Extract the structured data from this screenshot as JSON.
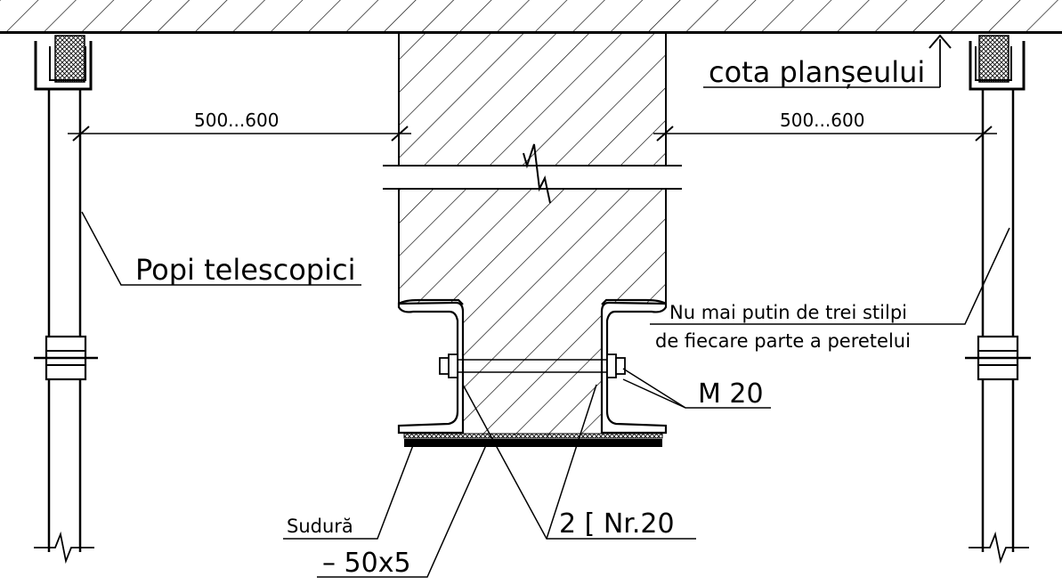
{
  "labels": {
    "floor_level": "cota planșeului",
    "telescopic_props": "Popi telescopici",
    "min_props": "Nu mai putin de trei stilpi",
    "min_props_line2": "de fiecare parte a peretelui",
    "bolt": "M 20",
    "weld": "Sudură",
    "plate": "– 50x5",
    "channels": "2 [ Nr.20"
  },
  "dimensions": {
    "left_spacing": "500...600",
    "right_spacing": "500...600"
  }
}
